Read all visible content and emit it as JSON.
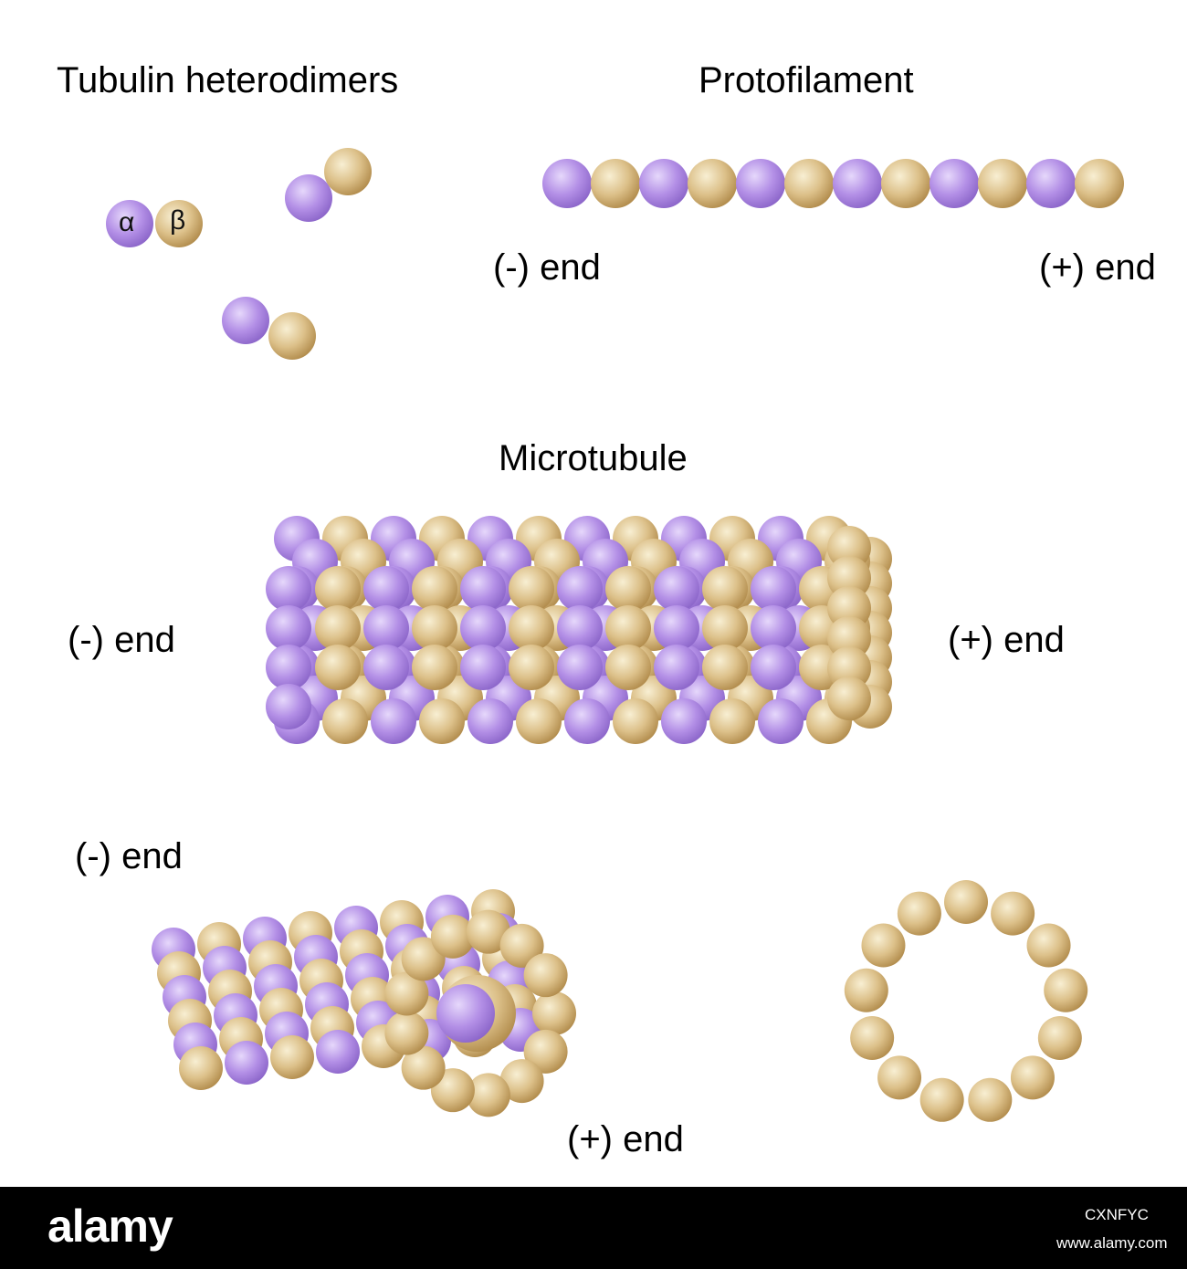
{
  "labels": {
    "heterodimers": "Tubulin heterodimers",
    "protofilament": "Protofilament",
    "proto_minus": "(-) end",
    "proto_plus": "(+) end",
    "microtubule": "Microtubule",
    "mt_minus": "(-) end",
    "mt_plus": "(+) end",
    "tilt_minus": "(-) end",
    "tilt_plus": "(+) end"
  },
  "subunits": {
    "alpha": "α",
    "beta": "β"
  },
  "colors": {
    "alpha": "#b38fe6",
    "beta": "#dcc089",
    "alpha_highlight": "#e6d8fb",
    "beta_highlight": "#f8efd3",
    "alpha_shadow": "#8a64c8",
    "beta_shadow": "#b08a4a"
  },
  "watermark": {
    "brand": "alamy",
    "code": "CXNFYC",
    "site": "www.alamy.com"
  }
}
